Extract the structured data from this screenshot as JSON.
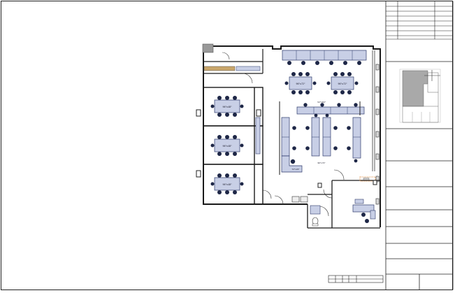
{
  "plan": {
    "labels": {
      "conf_table_1": "96\"x48\"",
      "conf_table_2": "96\"x48\"",
      "conf_table_3": "96\"x48\"",
      "open_table_left": "96\"x72\"",
      "open_table_right": "96\"x72\"",
      "bench_row_dim": "32\"x60\"",
      "counter_dim": "72\"x24\"",
      "bottom_bench_dim": "96\"x72\""
    }
  },
  "colors": {
    "wall": "#1a1a1a",
    "furniture_fill": "#c8cfe6",
    "furniture_stroke": "#2d3a6b",
    "chair": "#1e2747",
    "grey_hatch": "#8a8a8a",
    "orange_dash": "#e0893a",
    "keyplan_fill": "#a9a9a9"
  }
}
